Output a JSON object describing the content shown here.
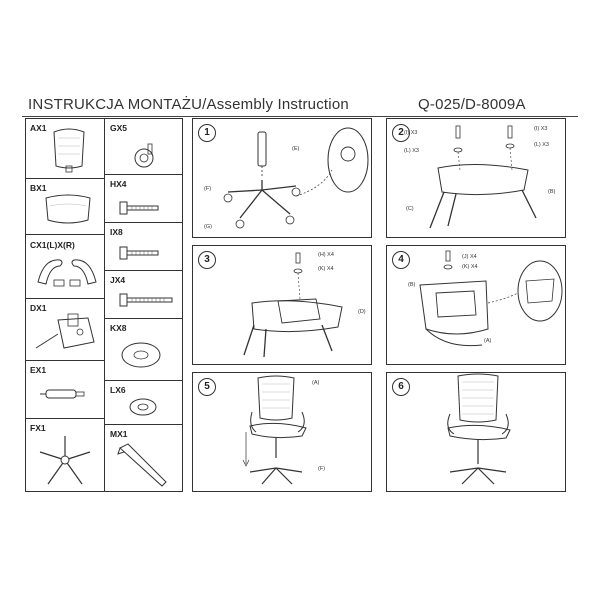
{
  "header": {
    "title_left": "INSTRUKCJA  MONTAŻU/Assembly  Instruction",
    "title_right": "Q-025/D-8009A"
  },
  "parts": {
    "ax": "AX1",
    "bx": "BX1",
    "cx": "CX1(L)X(R)",
    "dx": "DX1",
    "ex": "EX1",
    "fx": "FX1",
    "gx": "GX5",
    "hx": "HX4",
    "ix": "IX8",
    "jx": "JX4",
    "kx": "KX8",
    "lx": "LX6",
    "mx": "MX1"
  },
  "steps": {
    "s1": {
      "number": "1",
      "labels": {
        "e": "(E)",
        "f": "(F)",
        "g": "(G)"
      }
    },
    "s2": {
      "number": "2",
      "labels": {
        "i1": "(I) X3",
        "i2": "(I) X3",
        "l1": "(L) X3",
        "l2": "(L) X3",
        "b": "(B)",
        "c": "(C)"
      }
    },
    "s3": {
      "number": "3",
      "labels": {
        "h": "(H) X4",
        "k": "(K) X4",
        "d": "(D)"
      }
    },
    "s4": {
      "number": "4",
      "labels": {
        "j": "(J) X4",
        "k": "(K) X4",
        "b": "(B)",
        "a": "(A)"
      }
    },
    "s5": {
      "number": "5",
      "labels": {
        "a": "(A)",
        "f": "(F)"
      }
    },
    "s6": {
      "number": "6"
    }
  }
}
